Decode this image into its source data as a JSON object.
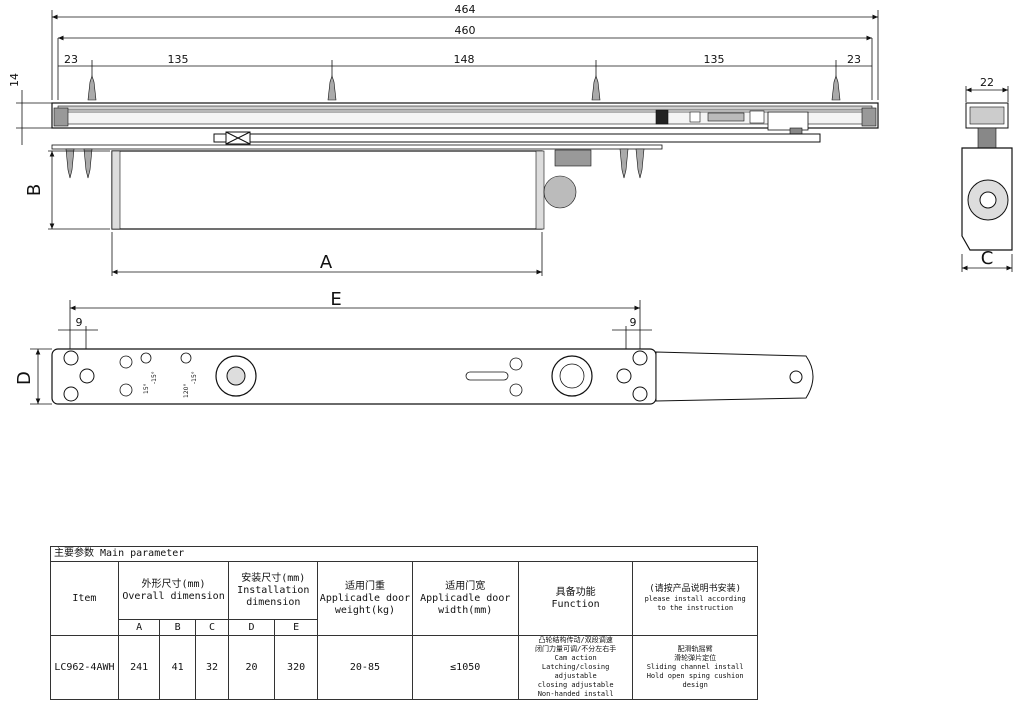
{
  "dimensions": {
    "overall_length": "464",
    "rail_length": "460",
    "edge_left": "23",
    "span_1": "135",
    "span_2": "148",
    "span_3": "135",
    "edge_right": "23",
    "rail_height": "14",
    "rail_width": "22",
    "label_a": "A",
    "label_b": "B",
    "label_c": "C",
    "label_d": "D",
    "label_e": "E",
    "hole_offset_left": "9",
    "hole_offset_right": "9",
    "angle_1": "15°",
    "angle_2": "-15°",
    "angle_3": "120°",
    "angle_4": "-15°"
  },
  "table": {
    "caption": "主要参数 Main parameter",
    "headers": {
      "item": "Item",
      "overall_cn": "外形尺寸(mm)",
      "overall_en": "Overall dimension",
      "install_cn": "安装尺寸(mm)",
      "install_en_1": "Installation",
      "install_en_2": "dimension",
      "weight_cn": "适用门重",
      "weight_en_1": "Applicadle door",
      "weight_en_2": "weight(kg)",
      "width_cn": "适用门宽",
      "width_en_1": "Applicadle door",
      "width_en_2": "width(mm)",
      "function_cn": "具备功能",
      "function_en": "Function",
      "install_note_cn": "(请按产品说明书安装)",
      "install_note_en_1": "please install according",
      "install_note_en_2": "to the instruction",
      "col_a": "A",
      "col_b": "B",
      "col_c": "C",
      "col_d": "D",
      "col_e": "E"
    },
    "row": {
      "item": "LC962-4AWH",
      "a": "241",
      "b": "41",
      "c": "32",
      "d": "20",
      "e": "320",
      "weight": "20-85",
      "width": "≤1050",
      "function_1": "凸轮结构传动/双段调速",
      "function_2": "闭门力量可调/不分左右手",
      "function_3": "Cam action",
      "function_4": "Latching/closing adjustable",
      "function_5": "closing adjustable",
      "function_6": "Non-handed install",
      "note_1": "配滑轨摇臂",
      "note_2": "滑轮弹片定位",
      "note_3": "Sliding channel install",
      "note_4": "Hold open sping cushion design"
    }
  }
}
